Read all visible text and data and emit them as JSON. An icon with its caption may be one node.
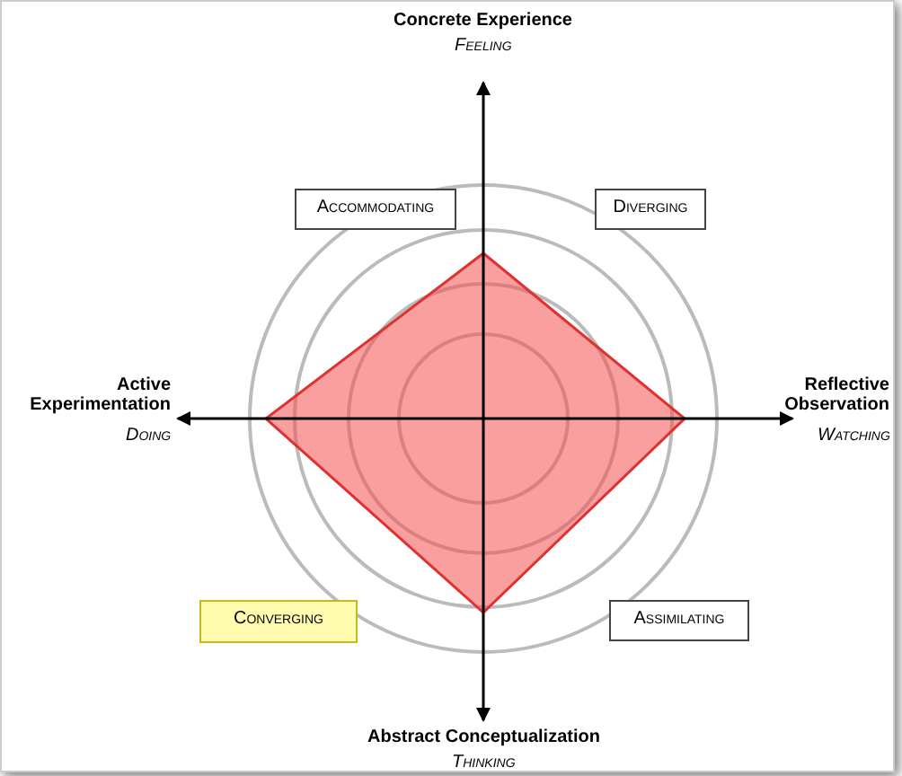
{
  "diagram": {
    "nodes": [
      {
        "text": [
          "Accommodating"
        ]
      },
      {
        "text": [
          "Diverging"
        ]
      },
      {
        "text": [
          "Converging"
        ]
      },
      {
        "text": [
          "Assimilating"
        ]
      },
      {
        "text": [],
        "shape": "diamond"
      }
    ],
    "labels": [
      "Concrete Experience",
      "Feeling",
      "Active Experimentation",
      "Doing",
      "Reflective Observation",
      "Watching",
      "Abstract Conceptualization",
      "Thinking"
    ]
  }
}
